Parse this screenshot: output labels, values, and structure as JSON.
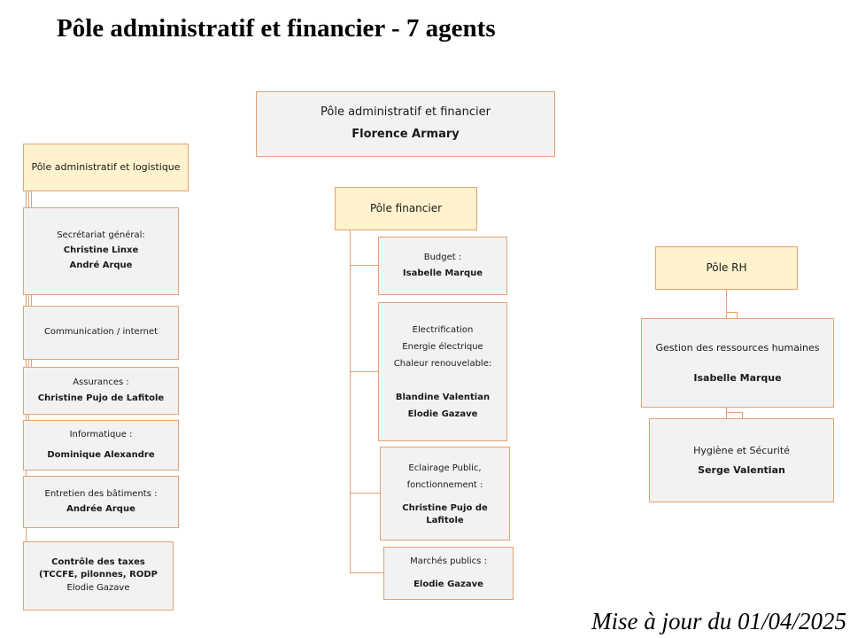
{
  "title": "Pôle administratif et financier - 7 agents",
  "footer": "Mise à jour du 01/04/2025",
  "top": {
    "label": "Pôle administratif et financier",
    "name": "Florence Armary"
  },
  "admin_logistique": {
    "label": "Pôle administratif et logistique",
    "units": [
      {
        "title": "Secrétariat général:",
        "people": [
          "Christine Linxe",
          "André Arque"
        ]
      },
      {
        "title": "Communication / internet",
        "people": []
      },
      {
        "title": "Assurances :",
        "people": [
          "Christine Pujo de Lafitole"
        ]
      },
      {
        "title": "Informatique :",
        "people": [
          "Dominique Alexandre"
        ]
      },
      {
        "title": "Entretien des bâtiments :",
        "people": [
          "Andrée Arque"
        ]
      },
      {
        "title": "Contrôle des taxes (TCCFE, pilonnes, RODP",
        "people": [
          "Elodie Gazave"
        ]
      }
    ]
  },
  "financier": {
    "label": "Pôle financier",
    "units": [
      {
        "title": "Budget :",
        "people": [
          "Isabelle Marque"
        ]
      },
      {
        "title_lines": [
          "Electrification",
          "Energie électrique",
          "Chaleur renouvelable:"
        ],
        "people": [
          "Blandine Valentian",
          "Elodie Gazave"
        ]
      },
      {
        "title_lines": [
          "Eclairage Public,",
          "fonctionnement :"
        ],
        "people": [
          "Christine Pujo de Lafitole"
        ]
      },
      {
        "title": "Marchés publics :",
        "people": [
          "Elodie Gazave"
        ]
      }
    ]
  },
  "rh": {
    "label": "Pôle RH",
    "units": [
      {
        "title": "Gestion des ressources humaines",
        "people": [
          "Isabelle Marque"
        ]
      },
      {
        "title": "Hygiène et Sécurité",
        "people": [
          "Serge Valentian"
        ]
      }
    ]
  },
  "colors": {
    "border": "#e5a170",
    "pole_fill": "#fff2cc",
    "unit_fill": "#f2f2f2"
  }
}
